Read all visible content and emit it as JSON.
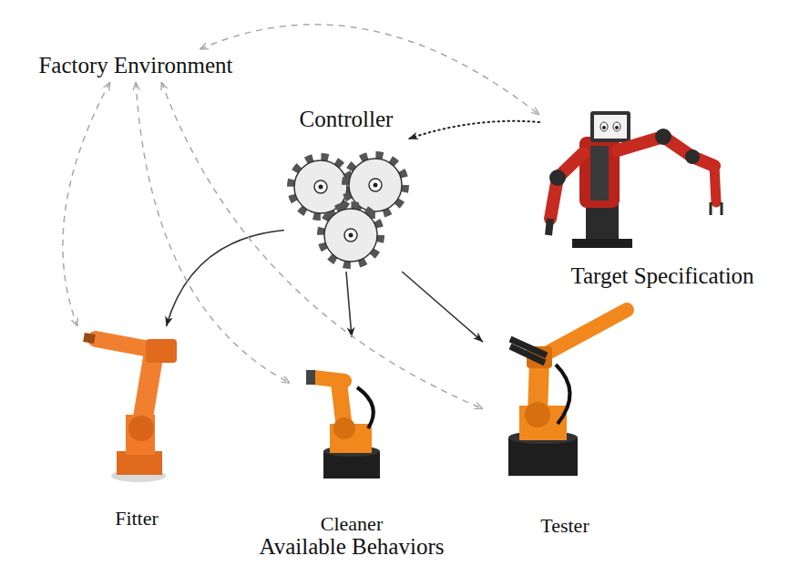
{
  "diagram": {
    "nodes": [
      {
        "text": [
          "Factory Environment"
        ]
      },
      {
        "text": [
          "Controller"
        ]
      },
      {
        "text": [
          "Target Specification"
        ]
      },
      {
        "text": [
          "Fitter"
        ]
      },
      {
        "text": [
          "Cleaner"
        ]
      },
      {
        "text": [
          "Tester"
        ]
      }
    ],
    "edges": [
      {
        "from": 0,
        "to": 2,
        "arrow": "both"
      },
      {
        "from": 2,
        "to": 1,
        "arrow": "to"
      },
      {
        "from": 1,
        "to": 3,
        "arrow": "to"
      },
      {
        "from": 1,
        "to": 4,
        "arrow": "to"
      },
      {
        "from": 1,
        "to": 5,
        "arrow": "to"
      },
      {
        "from": 0,
        "to": 3,
        "arrow": "both"
      },
      {
        "from": 0,
        "to": 4,
        "arrow": "both"
      },
      {
        "from": 0,
        "to": 5,
        "arrow": "both"
      }
    ],
    "labels": [
      "Available Behaviors"
    ]
  }
}
